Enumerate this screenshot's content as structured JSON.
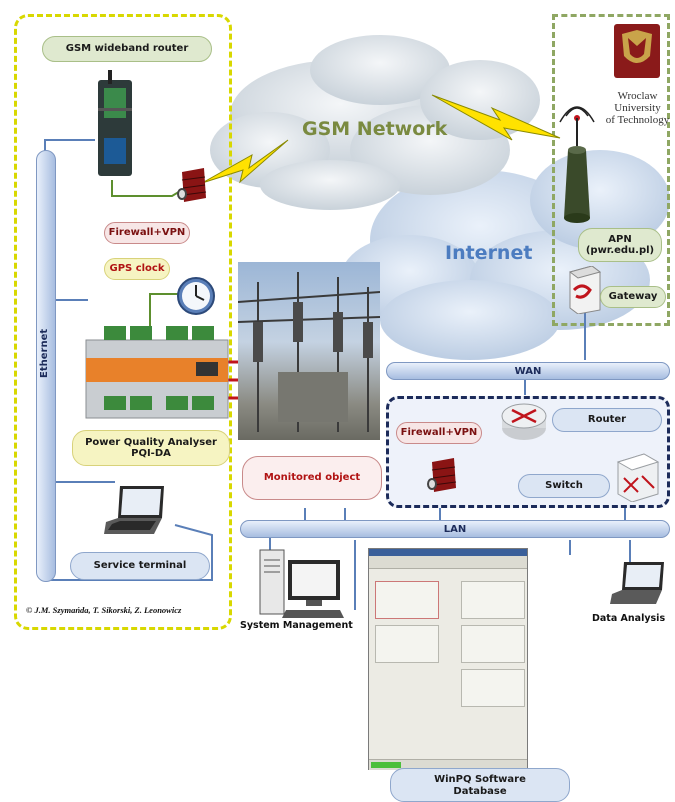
{
  "labels": {
    "gsm_router": "GSM wideband router",
    "gsm_network": "GSM Network",
    "university": [
      "Wroclaw",
      "University",
      "of Technology"
    ],
    "firewall_vpn_top": "Firewall+VPN",
    "gps_clock": "GPS clock",
    "internet": "Internet",
    "apn_title": "APN",
    "apn_domain": "(pwr.edu.pl)",
    "gateway": "Gateway",
    "wan": "WAN",
    "router": "Router",
    "firewall_vpn_bottom": "Firewall+VPN",
    "switch": "Switch",
    "ethernet": "Ethernet",
    "analyser_title": "Power Quality Analyser",
    "analyser_model": "PQI-DA",
    "monitored_object": "Monitored object",
    "lan": "LAN",
    "service_terminal": "Service terminal",
    "copyright": "© J.M. Szymańda, T. Sikorski, Z. Leonowicz",
    "system_management": "System Management",
    "data_analysis": "Data Analysis",
    "winpq_title": "WinPQ Software",
    "winpq_subtitle": "Database"
  },
  "colors": {
    "yellow_border": "#d8d800",
    "green_border": "#8fa763",
    "navy_border": "#1c2b5a",
    "bus_blue": "#a7bde0",
    "link_red": "#c0141c",
    "link_blue": "#5a7fb8",
    "lightning": "#ffe200"
  },
  "icons": [
    "router-device-icon",
    "firewall-icon",
    "antenna-tower-icon",
    "gateway-server-icon",
    "router-icon",
    "switch-icon",
    "laptop-icon",
    "desktop-computer-icon",
    "clock-icon",
    "power-analyser-icon",
    "university-logo",
    "substation-photo"
  ]
}
